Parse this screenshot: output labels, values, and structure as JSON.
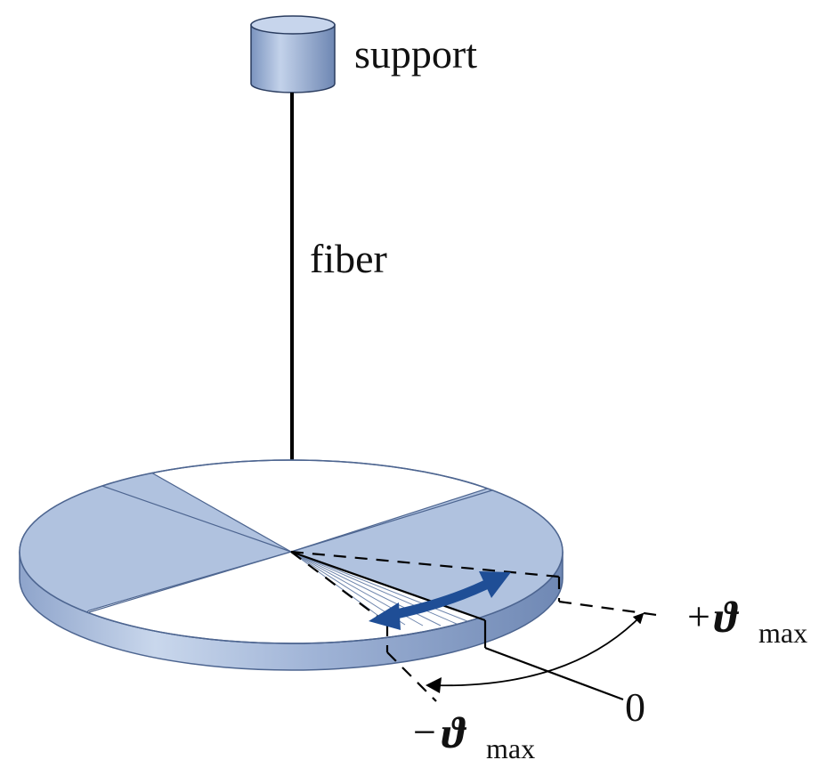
{
  "labels": {
    "support": "support",
    "fiber": "fiber",
    "zero": "0",
    "plus_sign": "+",
    "minus_sign": "−",
    "theta": "ϑ",
    "subscript": "max"
  },
  "colors": {
    "disk_shaded": "#b0c2df",
    "disk_white": "#ffffff",
    "rim_dark": "#7f97c0",
    "rim_light": "#c8d6ea",
    "arrow_blue": "#1f4e96",
    "line": "#000000"
  }
}
